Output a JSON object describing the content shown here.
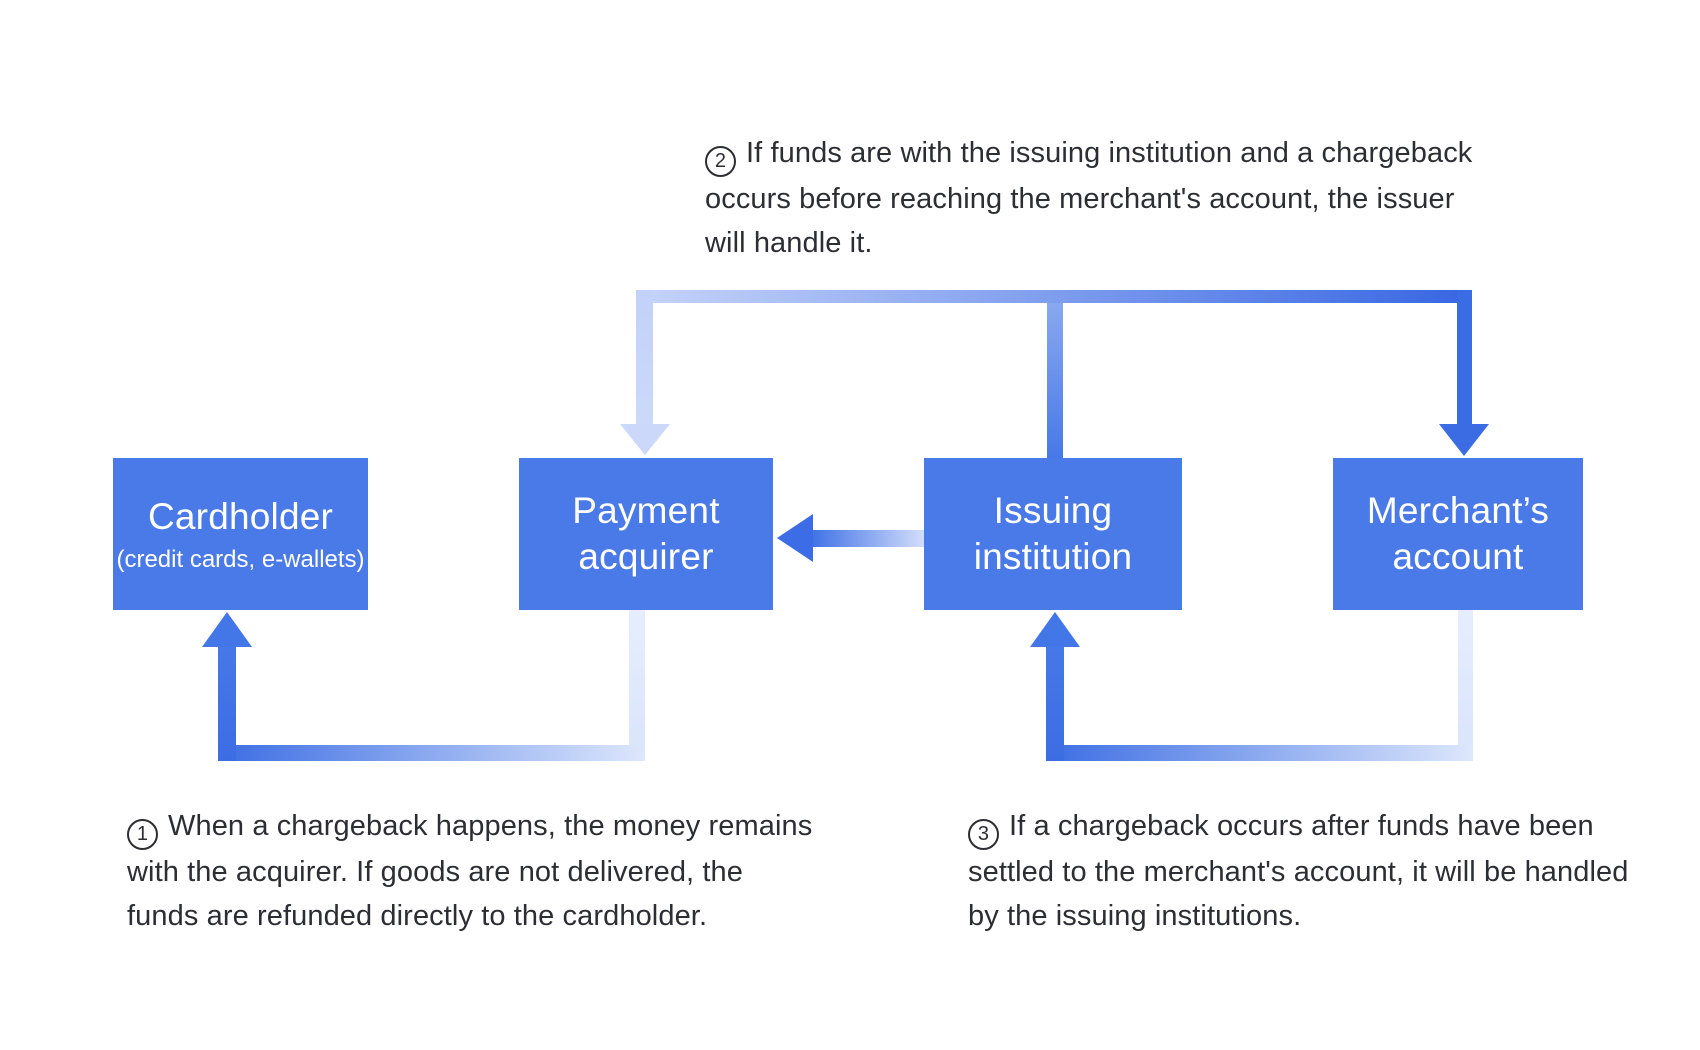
{
  "background": "#ffffff",
  "colors": {
    "background": "#ffffff",
    "node_fill": "#4a79e8",
    "node_text": "#ffffff",
    "arrow_dark": "#3b6ce4",
    "arrow_mid": "#4678e7",
    "arrow_light": "#c6d4f9",
    "arrow_faint": "#dde7fc",
    "text": "#2d2e33"
  },
  "nodes": [
    {
      "label": "Cardholder",
      "sublabel": "(credit cards, e-wallets)"
    },
    {
      "label": "Payment acquirer"
    },
    {
      "label": "Issuing institution"
    },
    {
      "label": "Merchant’s account"
    }
  ],
  "annotations": [
    {
      "number": "1",
      "lines": [
        "When a chargeback happens, the money remains",
        "with the acquirer. If goods are not delivered, the",
        "funds are refunded directly to the cardholder."
      ]
    },
    {
      "number": "2",
      "lines": [
        "If funds are with the issuing institution and a chargeback",
        "occurs before reaching the merchant's account, the issuer",
        "will handle it."
      ]
    },
    {
      "number": "3",
      "lines": [
        "If a chargeback occurs after funds have been",
        "settled to the merchant's account, it will be handled",
        "by the issuing institutions."
      ]
    }
  ]
}
